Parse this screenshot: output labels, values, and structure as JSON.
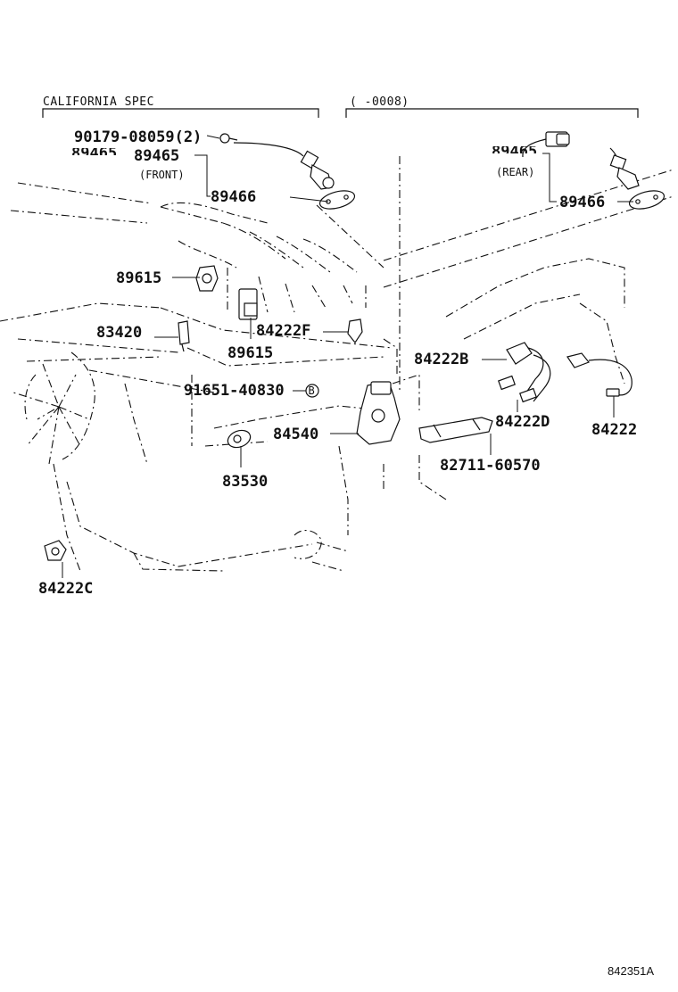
{
  "headers": {
    "california": "CALIFORNIA SPEC",
    "date_range": "(      -0008)"
  },
  "labels": {
    "p90179": "90179-08059(2)",
    "p89465_cut": "89465",
    "p89465_front": "89465",
    "front": "(FRONT)",
    "p89466_left": "89466",
    "p89465_rear_cut": "89465",
    "rear": "(REAR)",
    "p89466_right": "89466",
    "p89615_a": "89615",
    "p83420": "83420",
    "p89615_b": "89615",
    "p84222F": "84222F",
    "p84222B": "84222B",
    "p91651": "91651-40830",
    "b_mark": "B",
    "p84540": "84540",
    "p84222D": "84222D",
    "p84222": "84222",
    "p83530": "83530",
    "p82711": "82711-60570",
    "p84222C": "84222C"
  },
  "figure_id": "842351A"
}
